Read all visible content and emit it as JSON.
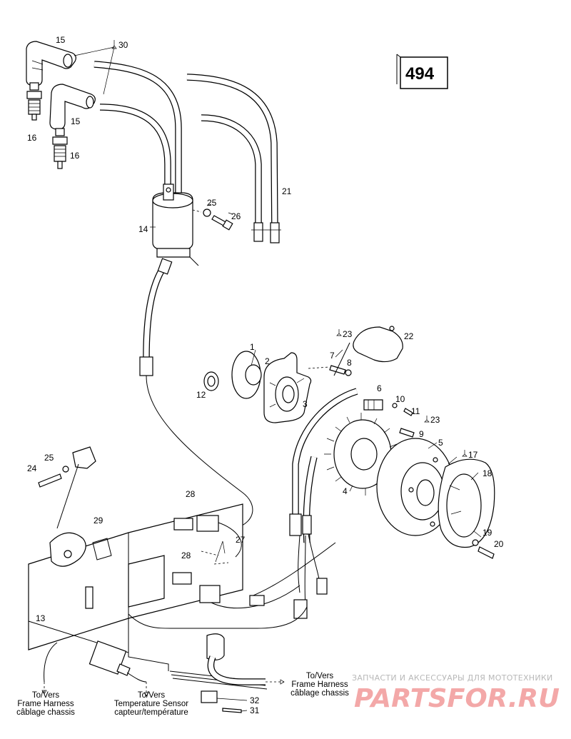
{
  "page_number": "494",
  "callouts": [
    {
      "id": "c30",
      "text": "30",
      "icon": true
    },
    {
      "id": "c15a",
      "text": "15"
    },
    {
      "id": "c15b",
      "text": "15"
    },
    {
      "id": "c16a",
      "text": "16"
    },
    {
      "id": "c16b",
      "text": "16"
    },
    {
      "id": "c21",
      "text": "21"
    },
    {
      "id": "c25a",
      "text": "25"
    },
    {
      "id": "c26",
      "text": "26"
    },
    {
      "id": "c14",
      "text": "14"
    },
    {
      "id": "c23a",
      "text": "23",
      "icon": true
    },
    {
      "id": "c22",
      "text": "22"
    },
    {
      "id": "c1",
      "text": "1"
    },
    {
      "id": "c7",
      "text": "7"
    },
    {
      "id": "c2",
      "text": "2"
    },
    {
      "id": "c8",
      "text": "8"
    },
    {
      "id": "c12",
      "text": "12"
    },
    {
      "id": "c3",
      "text": "3"
    },
    {
      "id": "c6",
      "text": "6"
    },
    {
      "id": "c10",
      "text": "10"
    },
    {
      "id": "c11",
      "text": "11"
    },
    {
      "id": "c23b",
      "text": "23",
      "icon": true
    },
    {
      "id": "c9",
      "text": "9"
    },
    {
      "id": "c5",
      "text": "5"
    },
    {
      "id": "c17",
      "text": "17",
      "icon": true
    },
    {
      "id": "c25b",
      "text": "25"
    },
    {
      "id": "c24",
      "text": "24"
    },
    {
      "id": "c18",
      "text": "18"
    },
    {
      "id": "c4",
      "text": "4"
    },
    {
      "id": "c28a",
      "text": "28"
    },
    {
      "id": "c29",
      "text": "29"
    },
    {
      "id": "c27",
      "text": "27"
    },
    {
      "id": "c19",
      "text": "19"
    },
    {
      "id": "c20",
      "text": "20"
    },
    {
      "id": "c28b",
      "text": "28"
    },
    {
      "id": "c13",
      "text": "13"
    },
    {
      "id": "c32",
      "text": "32"
    },
    {
      "id": "c31",
      "text": "31"
    }
  ],
  "notes": {
    "frame_harness_left": [
      "To/Vers",
      "Frame Harness",
      "câblage chassis"
    ],
    "temperature_sensor": [
      "To/Vers",
      "Temperature Sensor",
      "capteur/température"
    ],
    "frame_harness_right": [
      "To/Vers",
      "Frame Harness",
      "câblage chassis"
    ]
  },
  "watermark": {
    "tagline": "ЗАПЧАСТИ И АКСЕССУАРЫ ДЛЯ МОТОТЕХНИКИ",
    "logo": "PARTSFOR.RU"
  },
  "icons": {
    "loctite_icon": "small flask symbol before part numbers 30, 23, 17"
  }
}
